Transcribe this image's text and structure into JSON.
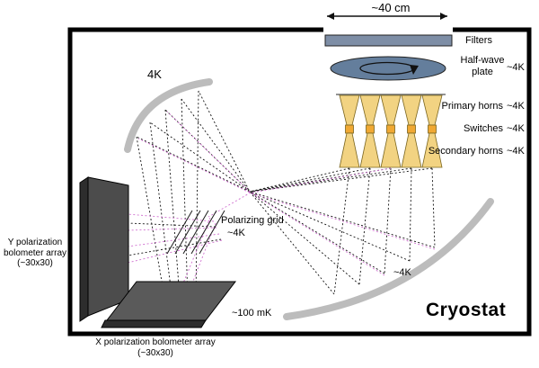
{
  "diagram": {
    "scale_label": "~40 cm",
    "cryostat_label": "Cryostat",
    "components": {
      "filters": "Filters",
      "half_wave_plate": "Half-wave plate",
      "primary_horns": "Primary horns",
      "switches": "Switches",
      "secondary_horns": "Secondary horns",
      "polarizing_grid": "Polarizing grid",
      "y_array": "Y polarization bolometer array (~30x30)",
      "x_array": "X polarization bolometer array (~30x30)"
    },
    "temperatures": {
      "t4k": "~4K",
      "t4k_plain": "4K",
      "t100mk": "~100 mK"
    },
    "colors": {
      "filters_fill": "#7e8ea6",
      "half_wave_plate_fill": "#647e9c",
      "horn_fill": "#f2d382",
      "switch_fill": "#f0a833",
      "mirror": "#bcbcbc",
      "panel_dark": "#4c4c4c",
      "ray_black": "#111111",
      "ray_magenta": "#d070d0",
      "border": "#000000"
    }
  }
}
